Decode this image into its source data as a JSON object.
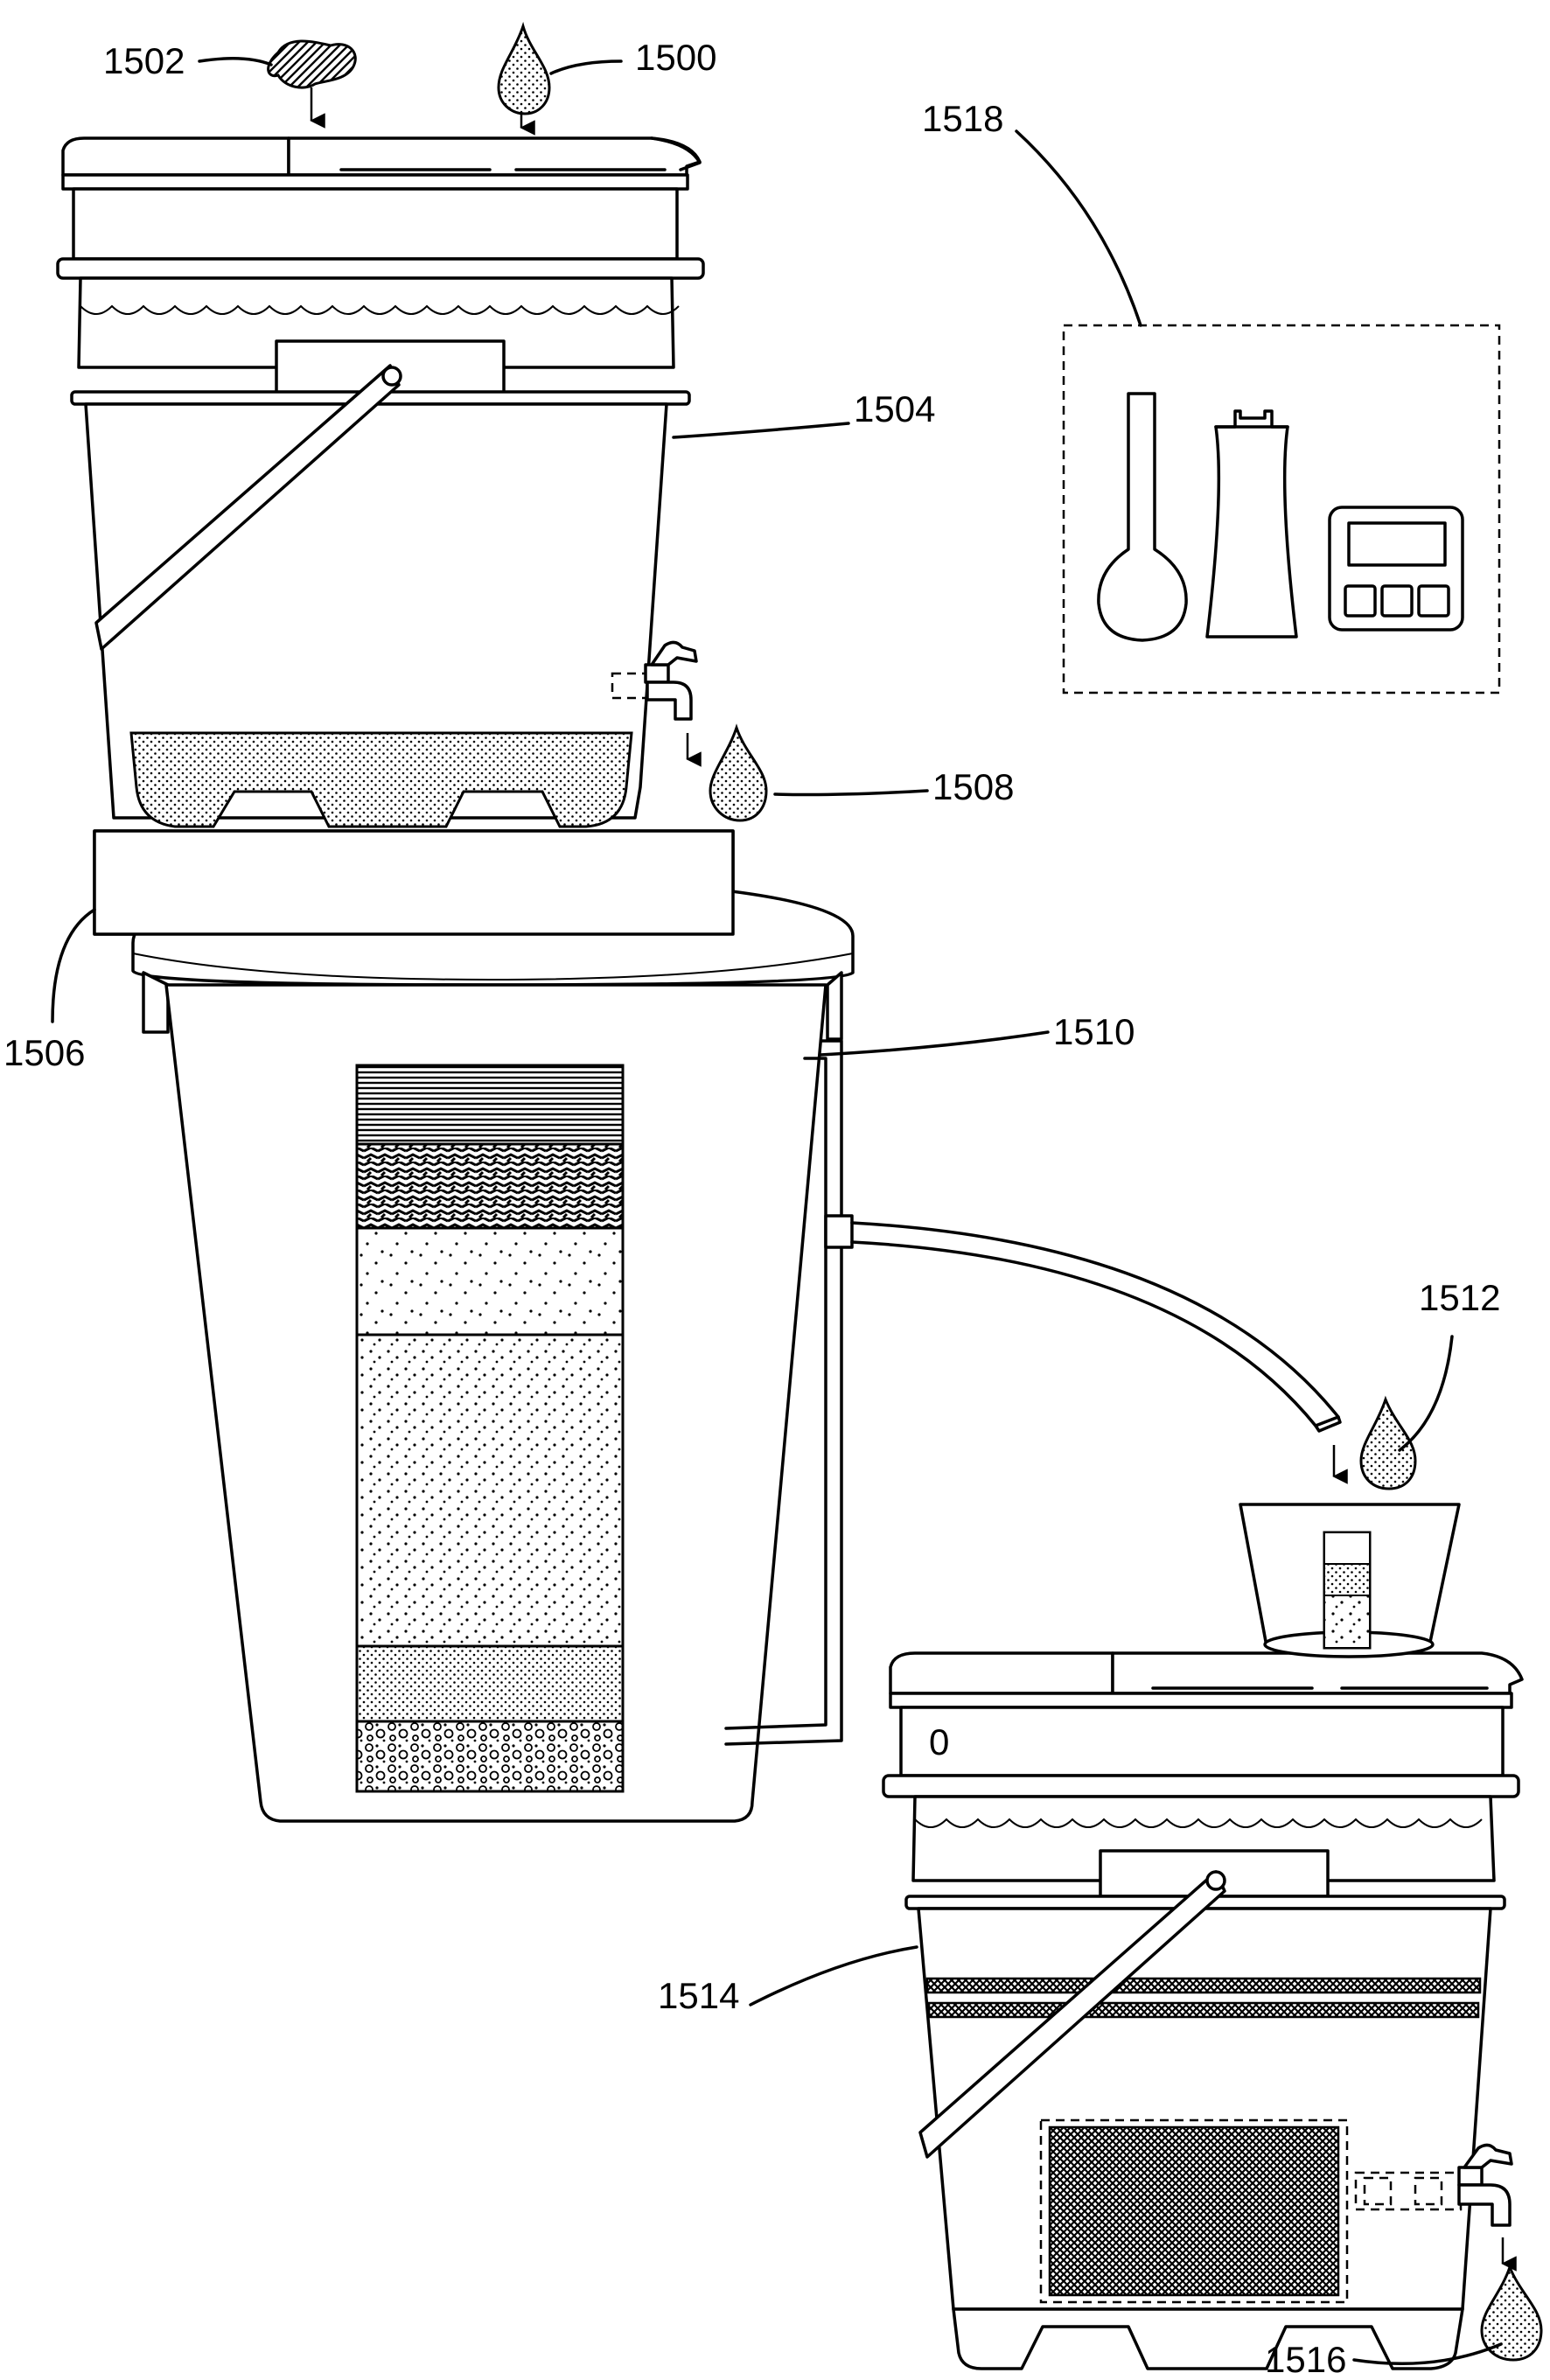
{
  "labels": {
    "l1500": "1500",
    "l1502": "1502",
    "l1504": "1504",
    "l1506": "1506",
    "l1508": "1508",
    "l1510": "1510",
    "l1512": "1512",
    "l1514": "1514",
    "l1516": "1516",
    "l1518": "1518"
  },
  "scale_mark": "0"
}
